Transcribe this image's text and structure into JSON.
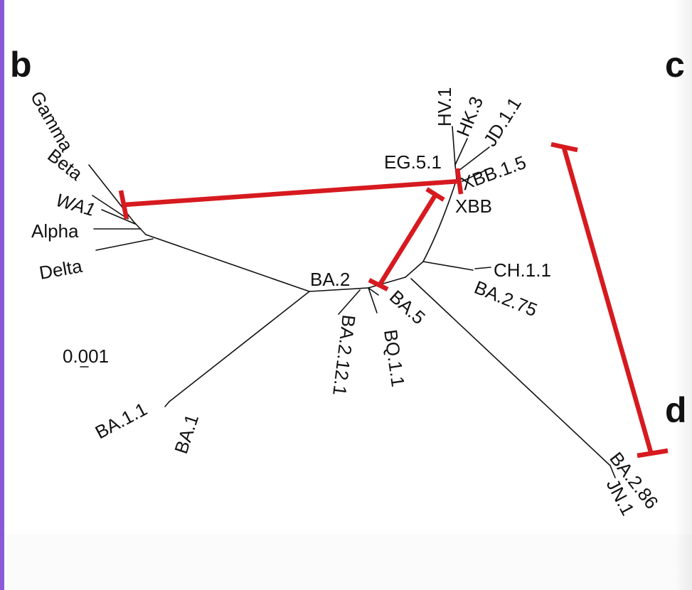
{
  "panels": {
    "b": "b",
    "c": "c",
    "d": "d"
  },
  "scale_bar": {
    "label": "0.001"
  },
  "colors": {
    "branch": "#111111",
    "bracket": "#d61a1f",
    "accent_bar": "#8a5ad6"
  },
  "taxa": {
    "gamma": "Gamma",
    "beta": "Beta",
    "wa1": "WA1",
    "alpha": "Alpha",
    "delta": "Delta",
    "ba2": "BA.2",
    "ba1_1": "BA.1.1",
    "ba1": "BA.1",
    "ba2_12_1": "BA.2.12.1",
    "bq1_1": "BQ.1.1",
    "ba5": "BA.5",
    "ch1_1": "CH.1.1",
    "ba2_75": "BA.2.75",
    "xbb": "XBB",
    "xbb1_5": "XBB.1.5",
    "eg5_1": "EG.5.1",
    "hv1": "HV.1",
    "hk3": "HK.3",
    "jd1_1": "JD.1.1",
    "ba2_86": "BA.2.86",
    "jn1": "JN.1"
  }
}
